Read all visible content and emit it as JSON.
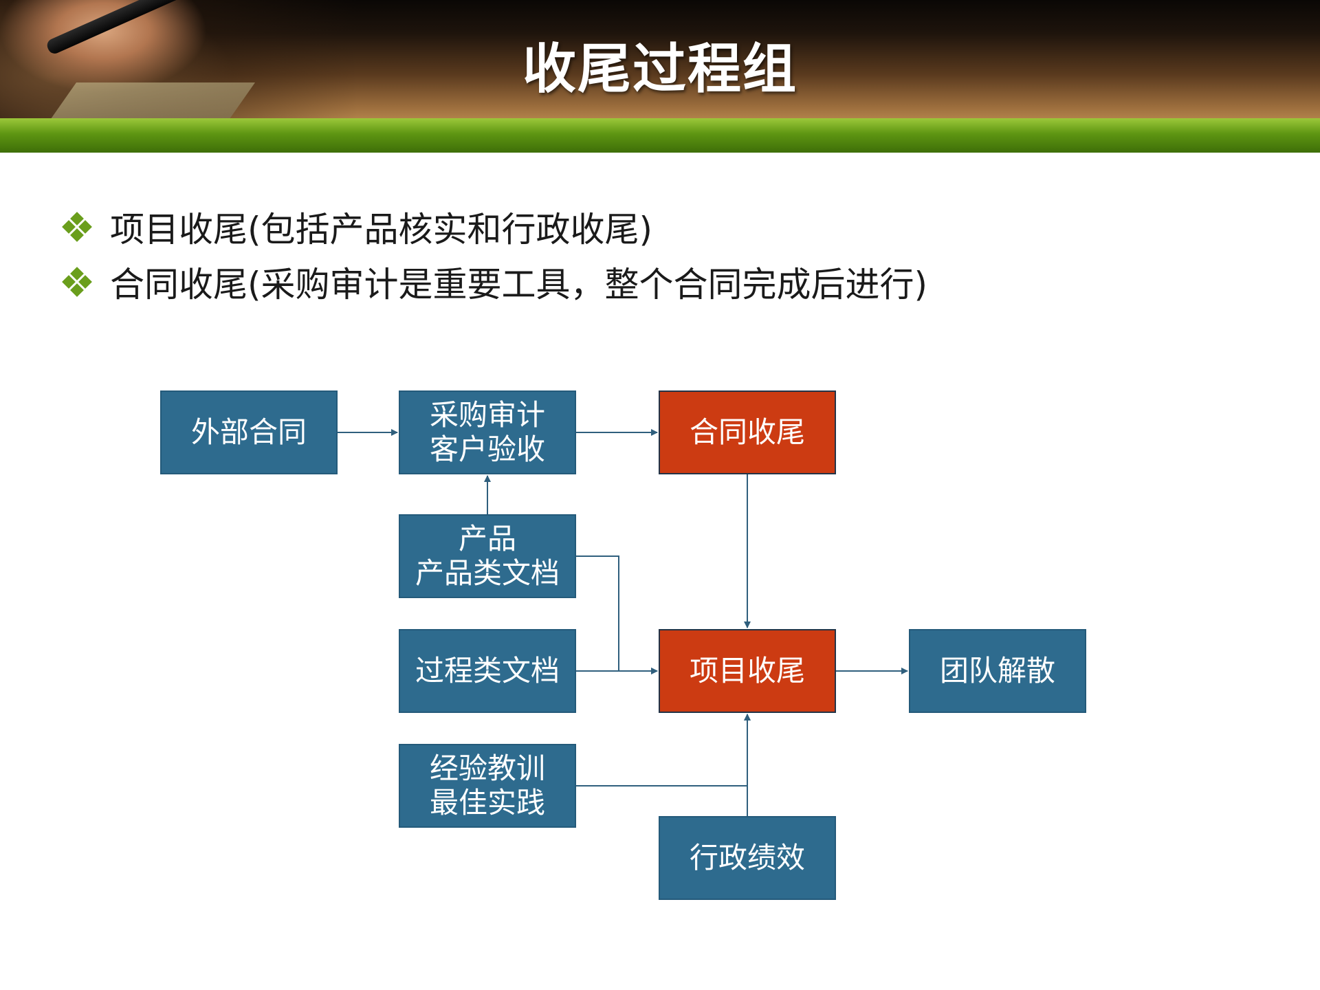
{
  "slide": {
    "title": "收尾过程组",
    "bullets": [
      "项目收尾(包括产品核实和行政收尾)",
      "合同收尾(采购审计是重要工具，整个合同完成后进行)"
    ]
  },
  "diagram": {
    "nodes": {
      "external_contract": {
        "lines": [
          "外部合同"
        ]
      },
      "procurement_audit": {
        "lines": [
          "采购审计",
          "客户验收"
        ]
      },
      "contract_closure": {
        "lines": [
          "合同收尾"
        ]
      },
      "product_docs": {
        "lines": [
          "产品",
          "产品类文档"
        ]
      },
      "process_docs": {
        "lines": [
          "过程类文档"
        ]
      },
      "project_closure": {
        "lines": [
          "项目收尾"
        ]
      },
      "team_disband": {
        "lines": [
          "团队解散"
        ]
      },
      "lessons_learned": {
        "lines": [
          "经验教训",
          "最佳实践"
        ]
      },
      "admin_performance": {
        "lines": [
          "行政绩效"
        ]
      }
    },
    "edges": [
      {
        "from": "external_contract",
        "to": "procurement_audit"
      },
      {
        "from": "procurement_audit",
        "to": "contract_closure"
      },
      {
        "from": "product_docs",
        "to": "procurement_audit"
      },
      {
        "from": "contract_closure",
        "to": "project_closure"
      },
      {
        "from": "product_docs",
        "to": "project_closure"
      },
      {
        "from": "process_docs",
        "to": "project_closure"
      },
      {
        "from": "project_closure",
        "to": "team_disband"
      },
      {
        "from": "lessons_learned",
        "to": "project_closure"
      },
      {
        "from": "admin_performance",
        "to": "project_closure"
      }
    ],
    "colors": {
      "process_box": "#2e6b8e",
      "closure_box": "#cc3b12",
      "connector": "#2f5f7d"
    }
  }
}
